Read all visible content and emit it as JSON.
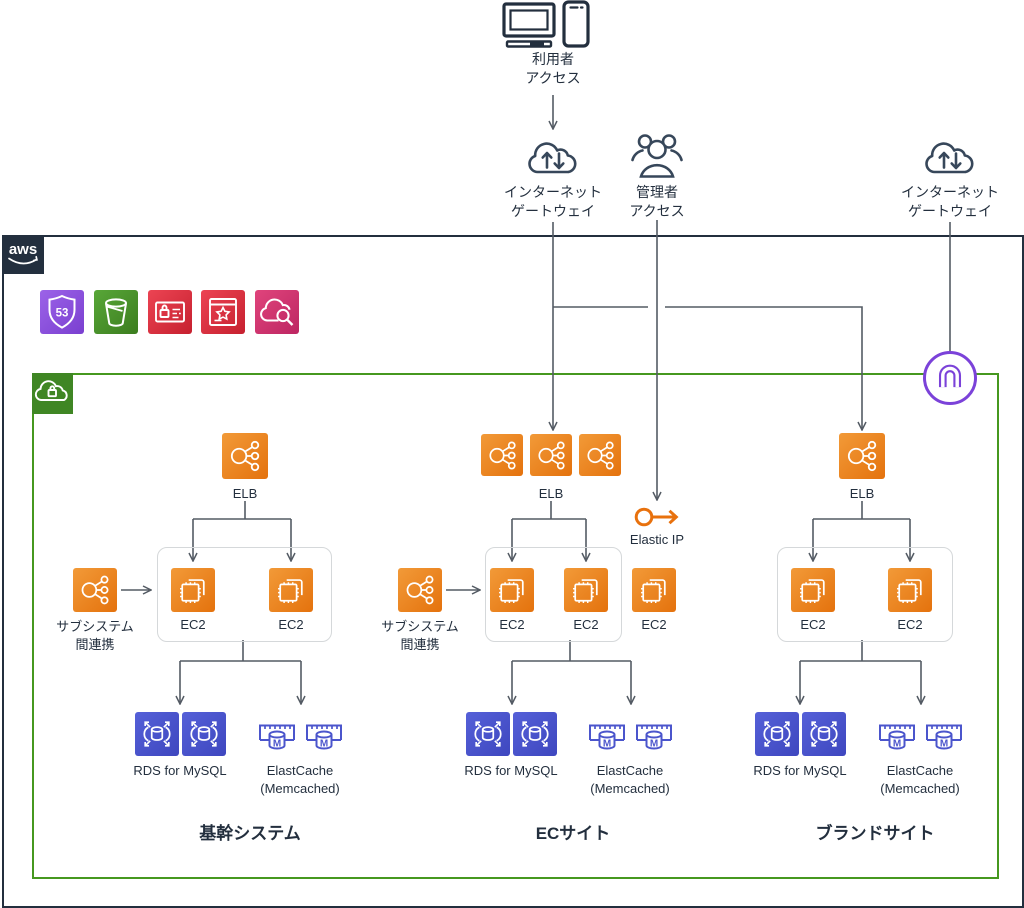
{
  "colors": {
    "outline_navy": "#232F3E",
    "connector_gray": "#545B64",
    "vpc_green": "#46981F",
    "compute_orange": "#E4720D",
    "database_blue": "#4B55CC",
    "gateway_purple": "#7B42D9",
    "elastic_ip_orange": "#E8710D",
    "route53_purple": "#7A3FD0",
    "s3_green": "#3C7D1F",
    "security_red": "#C6202F",
    "search_magenta": "#BD2662"
  },
  "external": {
    "user_access": {
      "icon": "desktop-and-mobile-icons",
      "lines": [
        "利用者",
        "アクセス"
      ]
    },
    "internet_gateway_left": {
      "icon": "internet-gateway-cloud-icon",
      "lines": [
        "インターネット",
        "ゲートウェイ"
      ]
    },
    "admin_access": {
      "icon": "admin-users-icon",
      "lines": [
        "管理者",
        "アクセス"
      ]
    },
    "internet_gateway_right": {
      "icon": "internet-gateway-cloud-icon",
      "lines": [
        "インターネット",
        "ゲートウェイ"
      ]
    }
  },
  "aws_cloud": {
    "logo_text": "aws"
  },
  "global_services": [
    {
      "icon": "route53-icon",
      "badge": "53"
    },
    {
      "icon": "s3-bucket-icon"
    },
    {
      "icon": "certificate-manager-icon"
    },
    {
      "icon": "waf-icon"
    },
    {
      "icon": "cloudsearch-icon"
    }
  ],
  "vpc": {
    "logo_icon": "vpc-cloud-lock-icon",
    "gateway_icon": "vpc-gateway-attachment-icon"
  },
  "elastic_ip": {
    "label": "Elastic IP"
  },
  "columns": [
    {
      "title": "基幹システム",
      "elb": {
        "label": "ELB",
        "count": 1
      },
      "subsystem": {
        "lines": [
          "サブシステム",
          "間連携"
        ]
      },
      "ec2_group": [
        "EC2",
        "EC2"
      ],
      "extra_ec2": null,
      "rds": {
        "label": "RDS for MySQL",
        "count": 2
      },
      "cache": {
        "lines": [
          "ElastCache",
          "(Memcached)"
        ],
        "count": 2
      }
    },
    {
      "title": "ECサイト",
      "elb": {
        "label": "ELB",
        "count": 3
      },
      "subsystem": {
        "lines": [
          "サブシステム",
          "間連携"
        ]
      },
      "ec2_group": [
        "EC2",
        "EC2"
      ],
      "extra_ec2": "EC2",
      "rds": {
        "label": "RDS for MySQL",
        "count": 2
      },
      "cache": {
        "lines": [
          "ElastCache",
          "(Memcached)"
        ],
        "count": 2
      }
    },
    {
      "title": "ブランドサイト",
      "elb": {
        "label": "ELB",
        "count": 1
      },
      "subsystem": null,
      "ec2_group": [
        "EC2",
        "EC2"
      ],
      "extra_ec2": null,
      "rds": {
        "label": "RDS for MySQL",
        "count": 2
      },
      "cache": {
        "lines": [
          "ElastCache",
          "(Memcached)"
        ],
        "count": 2
      }
    }
  ]
}
